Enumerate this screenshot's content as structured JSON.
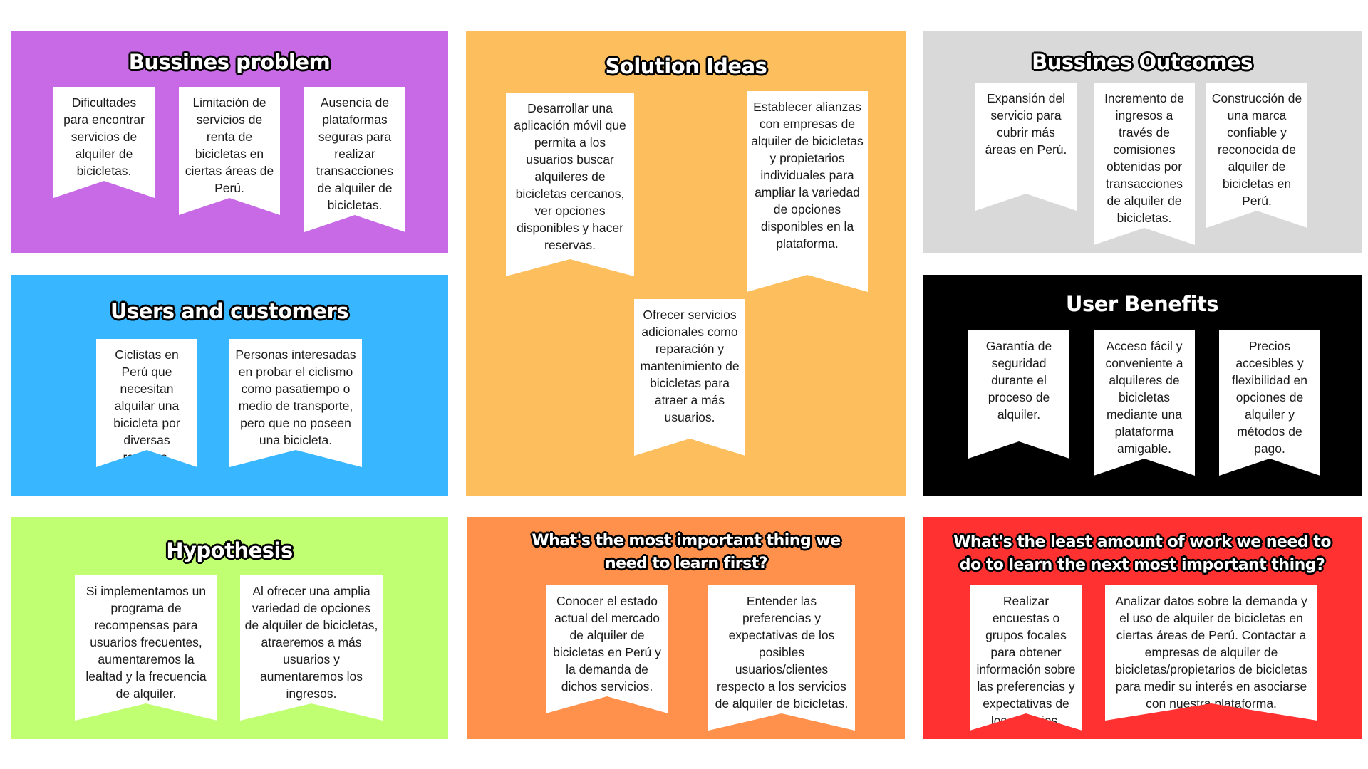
{
  "panels": {
    "business_problem": {
      "title": "Bussines problem",
      "color": "#c86ae6",
      "notes": [
        "Dificultades para encontrar servicios de alquiler de bicicletas.",
        "Limitación de servicios de renta de bicicletas en ciertas áreas de Perú.",
        "Ausencia de plataformas seguras para realizar transacciones de alquiler de bicicletas."
      ]
    },
    "solution_ideas": {
      "title": "Solution Ideas",
      "color": "#fdbe5e",
      "notes": [
        "Desarrollar una aplicación móvil que permita a los usuarios buscar alquileres de bicicletas cercanos, ver opciones disponibles y hacer reservas.",
        "Establecer alianzas con empresas de alquiler de bicicletas y propietarios individuales para ampliar la variedad de opciones disponibles en la plataforma.",
        "Ofrecer servicios adicionales como reparación y mantenimiento de bicicletas para atraer a más usuarios."
      ]
    },
    "business_outcomes": {
      "title": "Bussines Outcomes",
      "color": "#d9d9d9",
      "notes": [
        "Expansión del servicio para cubrir más áreas en Perú.",
        "Incremento de ingresos a través de comisiones obtenidas por transacciones de alquiler de bicicletas.",
        "Construcción de una marca confiable y reconocida de alquiler de bicicletas en Perú."
      ]
    },
    "users_customers": {
      "title": "Users and  customers",
      "color": "#38b6ff",
      "notes": [
        "Ciclistas en Perú que necesitan alquilar una bicicleta por diversas razones.",
        "Personas interesadas en probar el ciclismo como pasatiempo o medio de transporte, pero que no poseen una bicicleta."
      ]
    },
    "user_benefits": {
      "title": "User Benefits",
      "color": "#000000",
      "notes": [
        "Garantía de seguridad durante el proceso de alquiler.",
        "Acceso fácil y conveniente a alquileres de bicicletas mediante una plataforma amigable.",
        "Precios accesibles y flexibilidad en opciones de alquiler y métodos de pago."
      ]
    },
    "hypothesis": {
      "title": "Hypothesis",
      "color": "#c1ff72",
      "notes": [
        "Si implementamos un programa de recompensas para usuarios frecuentes, aumentaremos la lealtad y la frecuencia de alquiler.",
        "Al ofrecer una amplia variedad de opciones de alquiler de bicicletas, atraeremos a más usuarios y aumentaremos los ingresos."
      ]
    },
    "learn_first": {
      "title": "What's the most important thing we need to learn first?",
      "color": "#ff914d",
      "notes": [
        "Conocer el estado actual del mercado de alquiler de bicicletas en Perú y la demanda de dichos servicios.",
        "Entender las preferencias y expectativas de los posibles usuarios/clientes respecto a los servicios de alquiler de bicicletas."
      ]
    },
    "least_work": {
      "title": "What's the least amount  of work we need to do to learn the next most important  thing?",
      "color": "#ff3131",
      "notes": [
        "Realizar encuestas o grupos focales para obtener información sobre las preferencias y expectativas de los usuarios.",
        "Analizar datos sobre la demanda y el uso de alquiler de bicicletas en ciertas áreas de Perú. Contactar a empresas de alquiler de bicicletas/propietarios de bicicletas para medir su interés en asociarse con nuestra plataforma."
      ]
    }
  }
}
